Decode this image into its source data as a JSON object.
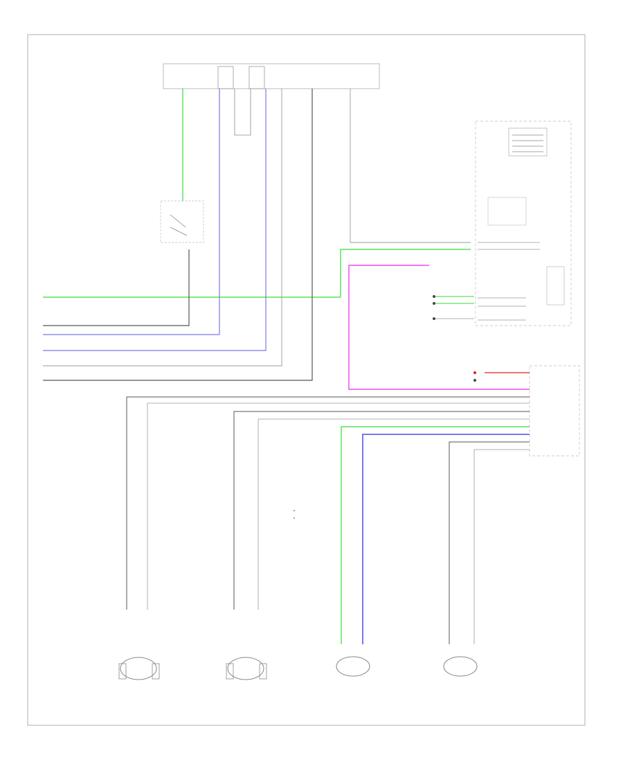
{
  "footer": {
    "page_code": ""
  },
  "legend": {
    "items": [
      {
        "label": "",
        "color": "#888888"
      },
      {
        "label": "",
        "color": "#888888"
      }
    ]
  },
  "wire_colors": {
    "green": "#33dd33",
    "blue": "#6666ee",
    "magenta": "#ee22ee",
    "dark": "#555555",
    "grey": "#999999",
    "red": "#dd2222"
  },
  "components": [
    {
      "id": "fuse-block",
      "label": ""
    },
    {
      "id": "combination-meter",
      "label": ""
    },
    {
      "id": "brake-actuator",
      "label": ""
    },
    {
      "id": "speed-sensor-left-rear",
      "label": ""
    },
    {
      "id": "speed-sensor-right-rear",
      "label": ""
    },
    {
      "id": "speed-sensor-left-front",
      "label": ""
    },
    {
      "id": "speed-sensor-right-front",
      "label": ""
    }
  ]
}
